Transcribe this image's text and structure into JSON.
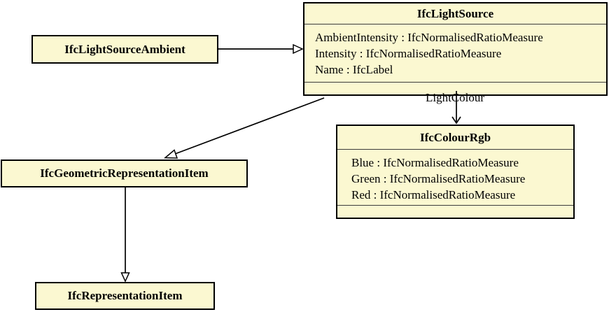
{
  "diagram": {
    "type": "uml-class-diagram",
    "colors": {
      "node_fill": "#fbf8d1",
      "border_color": "#000000",
      "sep_color": "#3c3c3c",
      "text_color": "#000000",
      "background": "#ffffff"
    },
    "classes": [
      {
        "name": "IfcLightSource",
        "attributes": [
          "AmbientIntensity : IfcNormalisedRatioMeasure",
          "Intensity : IfcNormalisedRatioMeasure",
          "Name : IfcLabel"
        ]
      },
      {
        "name": "IfcLightSourceAmbient",
        "attributes": []
      },
      {
        "name": "IfcColourRgb",
        "attributes": [
          "Blue : IfcNormalisedRatioMeasure",
          "Green : IfcNormalisedRatioMeasure",
          "Red : IfcNormalisedRatioMeasure"
        ]
      },
      {
        "name": "IfcGeometricRepresentationItem",
        "attributes": []
      },
      {
        "name": "IfcRepresentationItem",
        "attributes": []
      }
    ],
    "relations": [
      {
        "from": "IfcLightSourceAmbient",
        "to": "IfcLightSource",
        "type": "inheritance",
        "label": ""
      },
      {
        "from": "IfcLightSource",
        "to": "IfcGeometricRepresentationItem",
        "type": "inheritance",
        "label": ""
      },
      {
        "from": "IfcLightSource",
        "to": "IfcColourRgb",
        "type": "attribute",
        "label": "LightColour"
      },
      {
        "from": "IfcGeometricRepresentationItem",
        "to": "IfcRepresentationItem",
        "type": "inheritance",
        "label": ""
      }
    ]
  }
}
